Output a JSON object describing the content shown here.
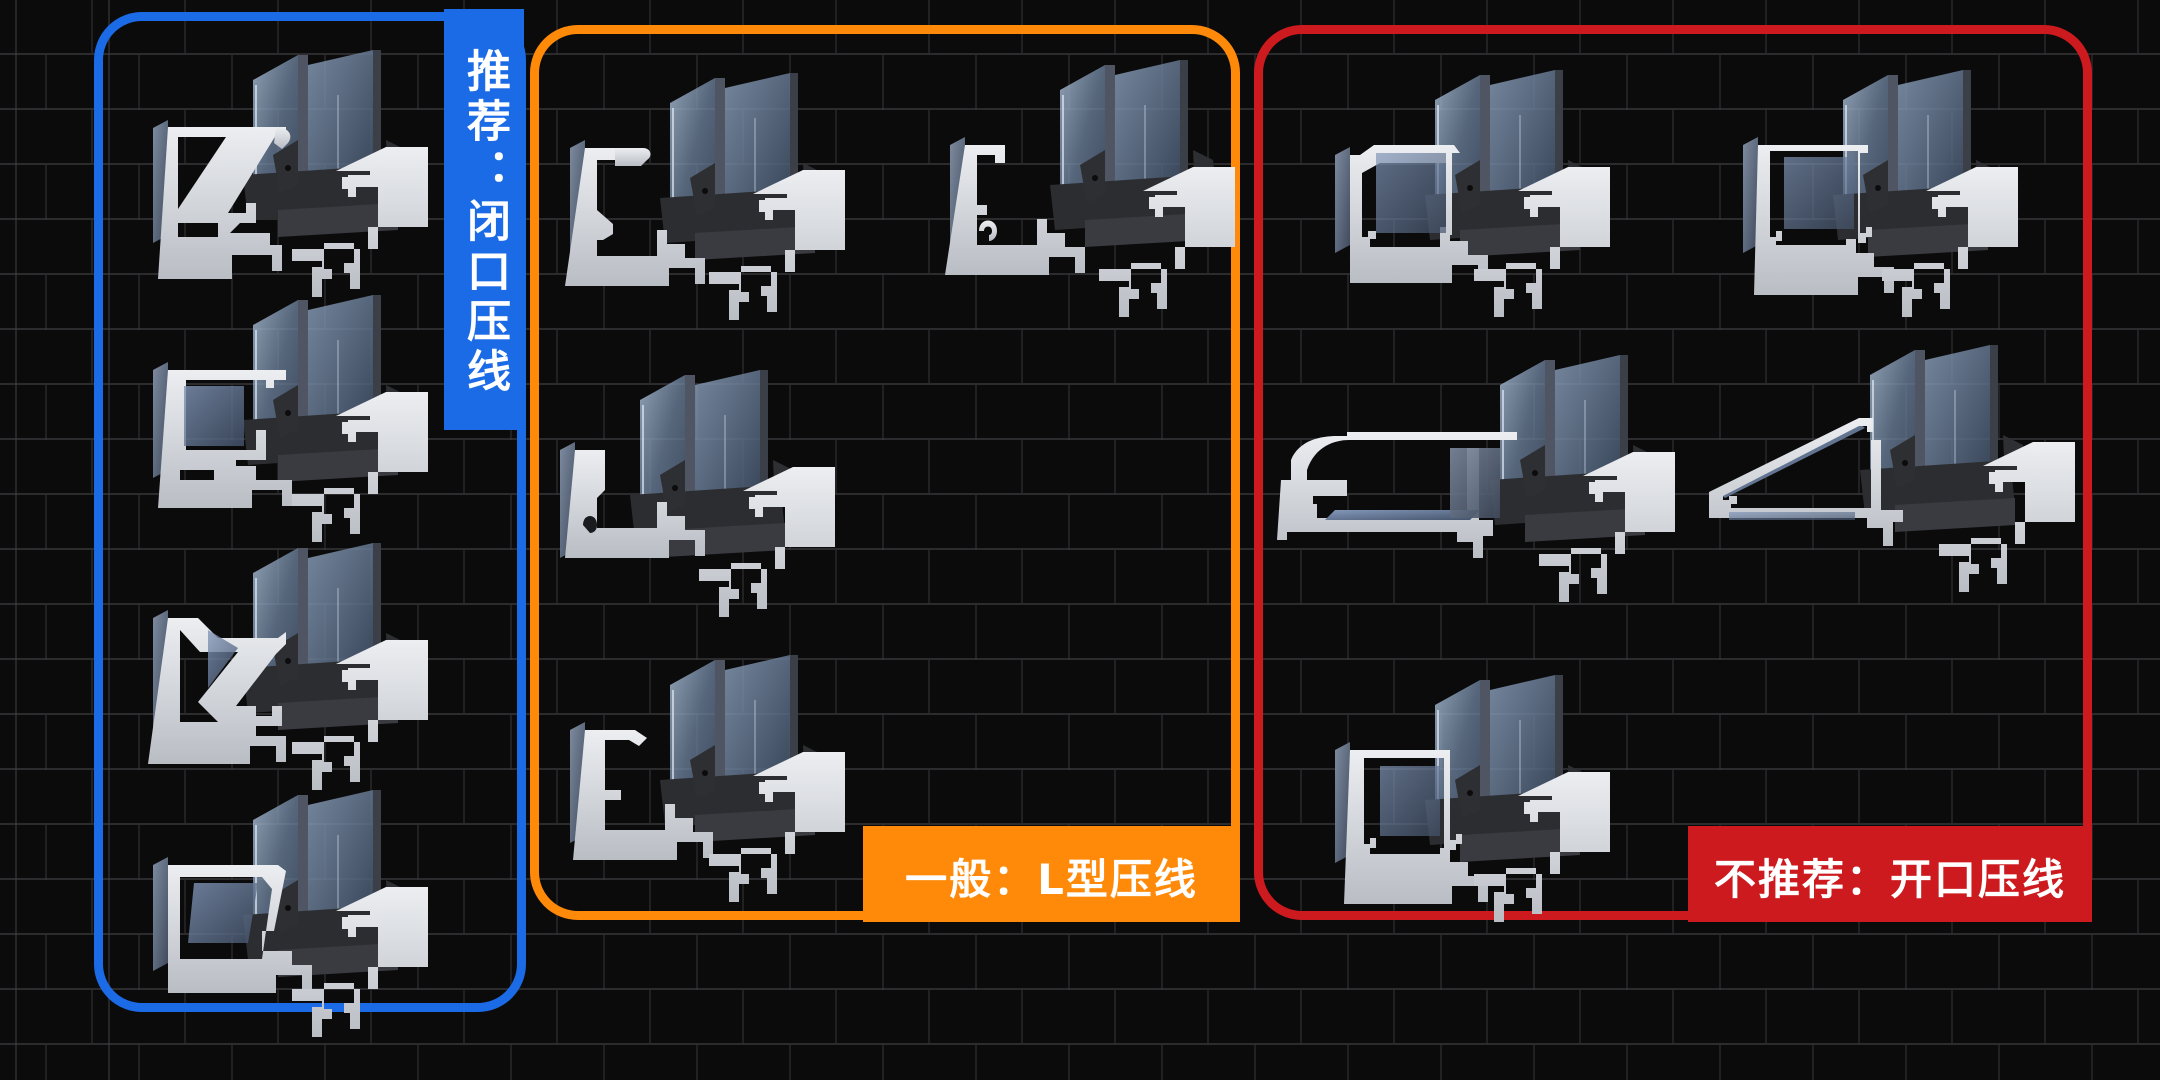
{
  "colors": {
    "background": "#0b0b0c",
    "recommended": "#1c6be6",
    "general": "#ff8a0a",
    "not_recommended": "#cc1a1e",
    "label_text": "#ffffff",
    "aluminum": "#d4d6da",
    "glass": "#8fa3bd",
    "gasket": "#3a3a3e"
  },
  "groups": [
    {
      "id": "recommended",
      "label": "推荐：闭口压线",
      "rating": "推荐",
      "type": "闭口压线",
      "profile_count": 4
    },
    {
      "id": "general",
      "label": "一般：L型压线",
      "rating": "一般",
      "type": "L型压线",
      "profile_count": 4
    },
    {
      "id": "not_recommended",
      "label": "不推荐：开口压线",
      "rating": "不推荐",
      "type": "开口压线",
      "profile_count": 5
    }
  ]
}
